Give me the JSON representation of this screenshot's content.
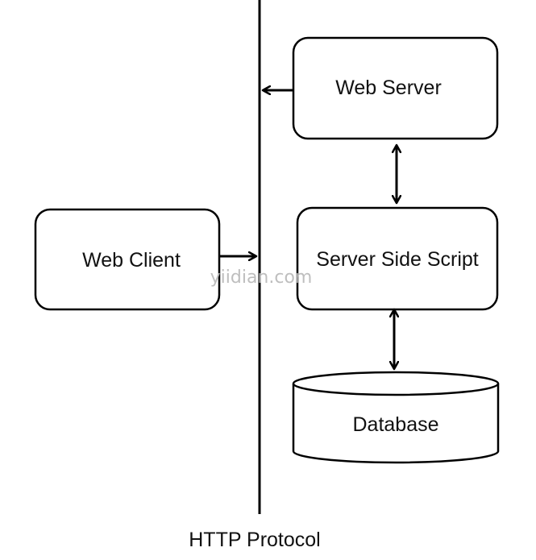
{
  "diagram": {
    "nodes": {
      "web_server": {
        "label": "Web Server"
      },
      "web_client": {
        "label": "Web Client"
      },
      "server_side_script": {
        "label": "Server Side Script"
      },
      "database": {
        "label": "Database"
      }
    },
    "protocol_label": "HTTP Protocol",
    "watermark": "yiidian.com",
    "edges": [
      {
        "from": "web_server",
        "to": "http_protocol_line",
        "direction": "one-way"
      },
      {
        "from": "web_client",
        "to": "http_protocol_line",
        "direction": "one-way"
      },
      {
        "from": "web_server",
        "to": "server_side_script",
        "direction": "two-way"
      },
      {
        "from": "server_side_script",
        "to": "database",
        "direction": "two-way"
      }
    ]
  }
}
